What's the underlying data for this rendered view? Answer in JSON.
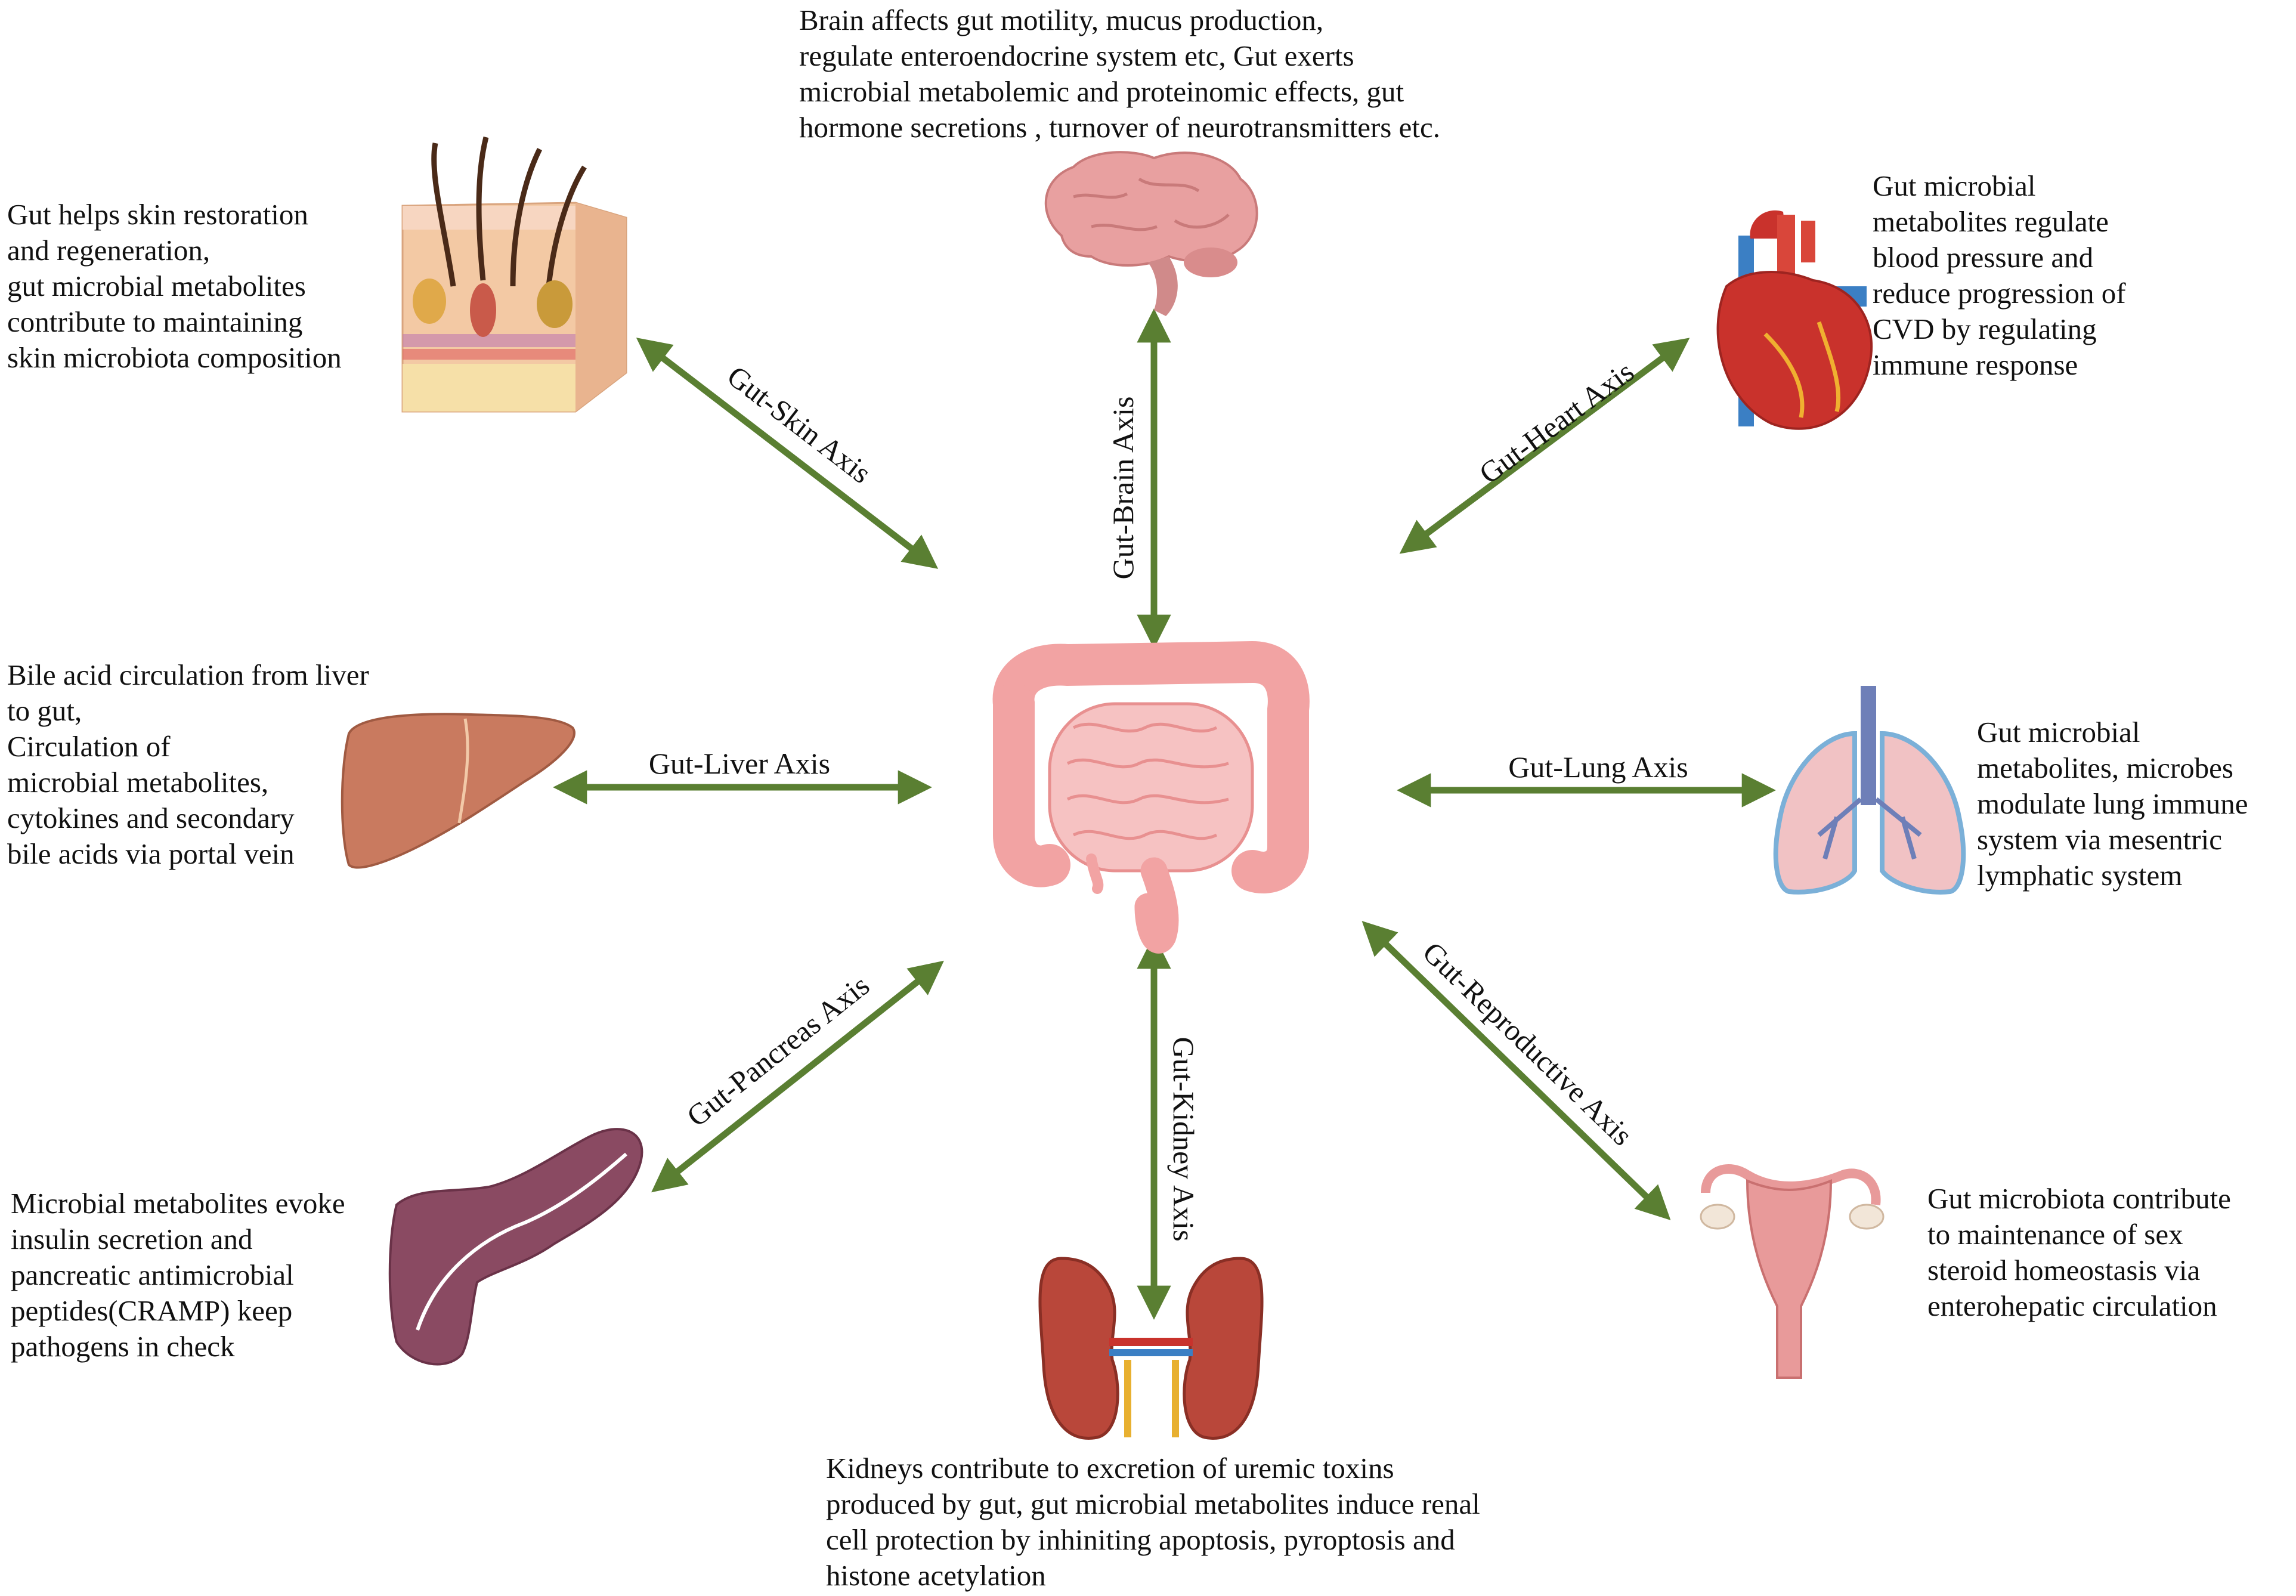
{
  "descriptions": {
    "brain": "Brain affects gut motility, mucus production,\nregulate enteroendocrine system etc, Gut exerts\nmicrobial metabolemic and proteinomic effects, gut\nhormone secretions , turnover of neurotransmitters etc.",
    "skin": "Gut helps skin restoration\nand regeneration,\ngut microbial metabolites\ncontribute to maintaining\nskin microbiota composition",
    "heart": "Gut microbial\nmetabolites regulate\nblood pressure and\nreduce progression of\nCVD by regulating\nimmune response",
    "liver": "Bile acid circulation from liver\nto gut,\nCirculation of\nmicrobial metabolites,\ncytokines and secondary\nbile acids via portal vein",
    "lung": "Gut microbial\nmetabolites, microbes\nmodulate lung immune\nsystem via mesentric\nlymphatic system",
    "pancreas": "Microbial metabolites evoke\ninsulin secretion and\npancreatic antimicrobial\npeptides(CRAMP) keep\npathogens in check",
    "reproductive": "Gut microbiota contribute\nto maintenance of sex\nsteroid homeostasis via\nenterohepatic circulation",
    "kidney": "Kidneys contribute to excretion of uremic toxins\nproduced by gut, gut microbial metabolites induce renal\ncell protection by inhiniting apoptosis, pyroptosis and\nhistone acetylation"
  },
  "axes": {
    "brain": "Gut-Brain Axis",
    "skin": "Gut-Skin Axis",
    "heart": "Gut-Heart Axis",
    "liver": "Gut-Liver Axis",
    "lung": "Gut-Lung Axis",
    "pancreas": "Gut-Pancreas Axis",
    "kidney": "Gut-Kidney Axis",
    "reproductive": "Gut-Reproductive Axis"
  },
  "colors": {
    "arrow": "#5a7f32",
    "intestine": "#f2a3a3",
    "skin": "#f3c9a4",
    "brain": "#e8a0a0",
    "heart": "#c9322c",
    "liver": "#c97a5f",
    "lung": "#f1c2c4",
    "pancreas": "#8a4a62",
    "kidney": "#b9473a",
    "uterus": "#e89a9a"
  },
  "icons": [
    "skin-icon",
    "brain-icon",
    "heart-icon",
    "liver-icon",
    "intestine-icon",
    "lung-icon",
    "pancreas-icon",
    "kidney-icon",
    "uterus-icon"
  ]
}
